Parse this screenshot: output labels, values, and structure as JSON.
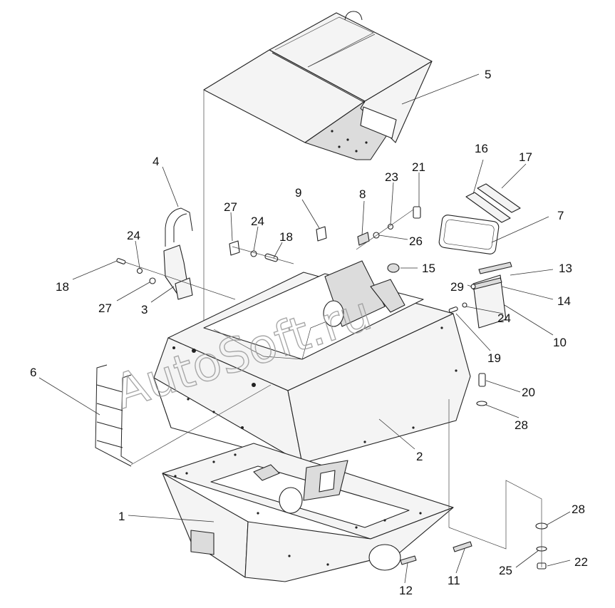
{
  "watermark": "AutoSoft.ru",
  "callouts": [
    {
      "id": "c1",
      "label": "1"
    },
    {
      "id": "c2",
      "label": "2"
    },
    {
      "id": "c3",
      "label": "3"
    },
    {
      "id": "c4",
      "label": "4"
    },
    {
      "id": "c5",
      "label": "5"
    },
    {
      "id": "c6",
      "label": "6"
    },
    {
      "id": "c7",
      "label": "7"
    },
    {
      "id": "c8",
      "label": "8"
    },
    {
      "id": "c9",
      "label": "9"
    },
    {
      "id": "c10",
      "label": "10"
    },
    {
      "id": "c11",
      "label": "11"
    },
    {
      "id": "c12",
      "label": "12"
    },
    {
      "id": "c13",
      "label": "13"
    },
    {
      "id": "c14",
      "label": "14"
    },
    {
      "id": "c15",
      "label": "15"
    },
    {
      "id": "c16",
      "label": "16"
    },
    {
      "id": "c17",
      "label": "17"
    },
    {
      "id": "c18a",
      "label": "18"
    },
    {
      "id": "c18b",
      "label": "18"
    },
    {
      "id": "c19",
      "label": "19"
    },
    {
      "id": "c20",
      "label": "20"
    },
    {
      "id": "c21",
      "label": "21"
    },
    {
      "id": "c22",
      "label": "22"
    },
    {
      "id": "c23",
      "label": "23"
    },
    {
      "id": "c24a",
      "label": "24"
    },
    {
      "id": "c24b",
      "label": "24"
    },
    {
      "id": "c24c",
      "label": "24"
    },
    {
      "id": "c25",
      "label": "25"
    },
    {
      "id": "c26",
      "label": "26"
    },
    {
      "id": "c27a",
      "label": "27"
    },
    {
      "id": "c27b",
      "label": "27"
    },
    {
      "id": "c28a",
      "label": "28"
    },
    {
      "id": "c28b",
      "label": "28"
    },
    {
      "id": "c29",
      "label": "29"
    }
  ]
}
